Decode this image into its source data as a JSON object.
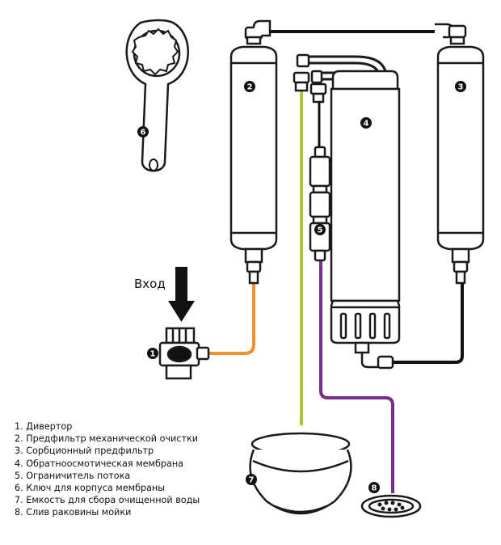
{
  "inlet_label": "Вход",
  "badges": {
    "diverter": "1",
    "prefilter_mech": "2",
    "prefilter_carbon": "3",
    "membrane": "4",
    "flow_restrictor": "5",
    "wrench": "6",
    "bowl": "7",
    "drain": "8"
  },
  "legend": [
    {
      "num": "1.",
      "text": "Дивертор"
    },
    {
      "num": "2.",
      "text": "Предфильтр механической очистки"
    },
    {
      "num": "3.",
      "text": "Сорбционный предфильтр"
    },
    {
      "num": "4.",
      "text": "Обратноосмотическая мембрана"
    },
    {
      "num": "5.",
      "text": "Ограничитель потока"
    },
    {
      "num": "6.",
      "text": "Ключ для корпуса мембраны"
    },
    {
      "num": "7.",
      "text": "Емкость для сбора очищенной воды"
    },
    {
      "num": "8.",
      "text": "Слив раковины мойки"
    }
  ],
  "colors": {
    "outline": "#1a1a1a",
    "inlet_tube": "#f0902a",
    "clean_tube": "#a8c832",
    "drain_tube": "#7b2d8e",
    "link_tube": "#111111"
  }
}
